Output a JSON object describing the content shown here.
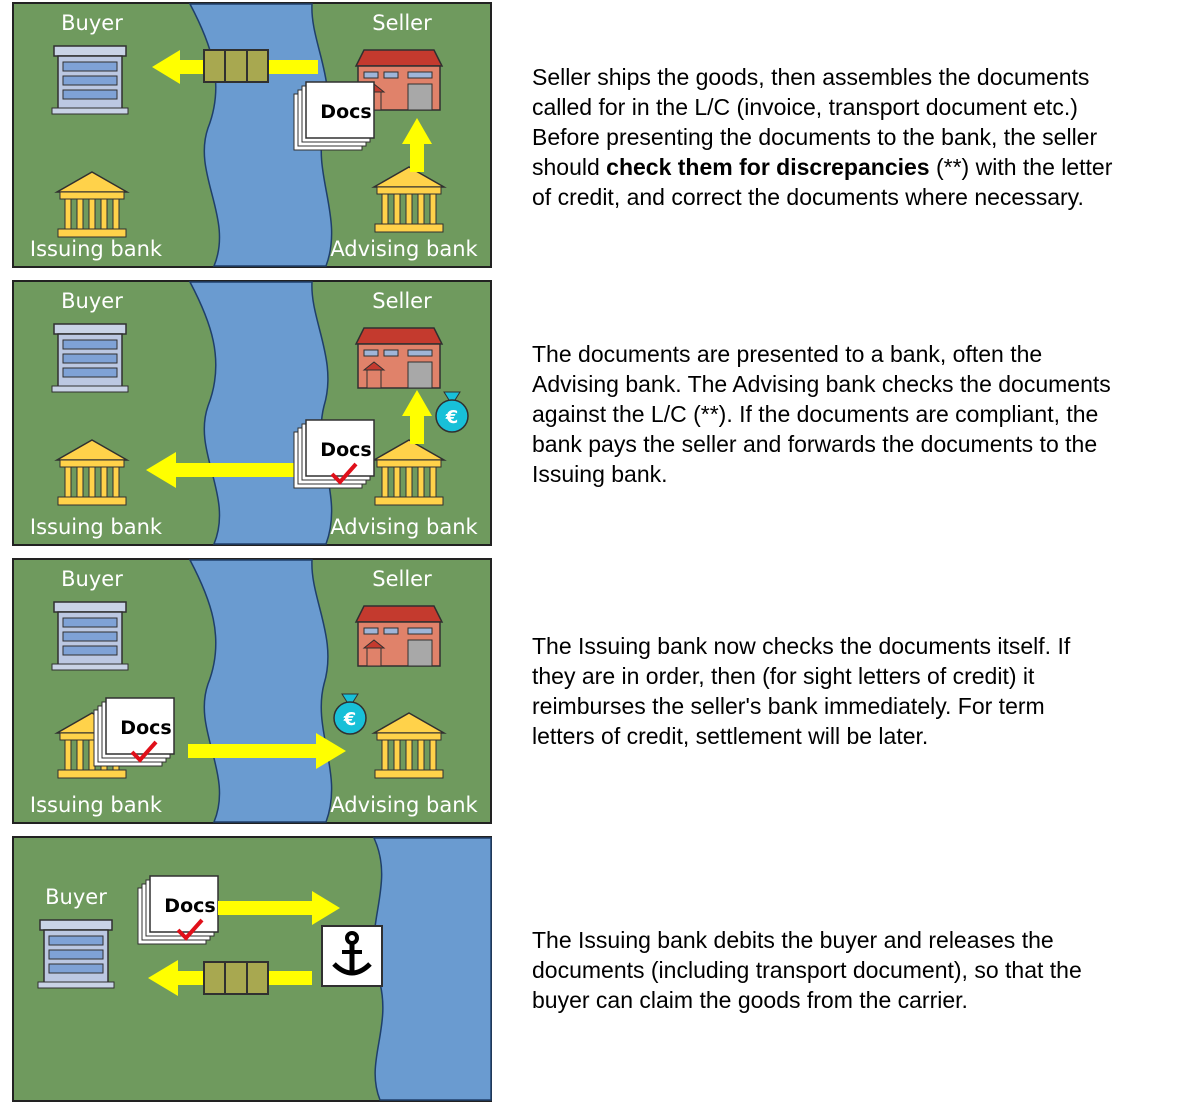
{
  "labels": {
    "buyer": "Buyer",
    "seller": "Seller",
    "issuing_bank": "Issuing bank",
    "advising_bank": "Advising bank",
    "docs": "Docs"
  },
  "steps": [
    {
      "lines": [
        "Seller ships the goods, then assembles the documents",
        "called for in the L/C (invoice, transport document etc.)",
        "Before presenting the documents to the bank, the seller"
      ],
      "bold_pre": "should ",
      "bold": "check them for discrepancies",
      "bold_post": " (**) with the letter",
      "lines_after": [
        "of credit, and correct the documents where necessary."
      ]
    },
    {
      "lines": [
        "The documents are presented to a bank, often the",
        "Advising bank. The Advising bank checks the documents",
        "against the L/C (**). If the documents are compliant, the",
        "bank pays the seller and forwards the documents to the",
        "Issuing bank."
      ]
    },
    {
      "lines": [
        "The Issuing bank now checks the documents itself. If",
        "they are in order, then (for sight letters of credit) it",
        "reimburses the seller's bank immediately.  For term",
        "letters of credit, settlement will be later."
      ]
    },
    {
      "lines": [
        "The Issuing bank debits the buyer and releases the",
        "documents (including transport document), so that the",
        "buyer can claim the goods from the carrier."
      ]
    }
  ],
  "colors": {
    "land": "#6f9a5e",
    "river": "#6a9bd0",
    "arrow": "#ffff00",
    "check": "#e0101a",
    "money": "#18c0d8"
  }
}
